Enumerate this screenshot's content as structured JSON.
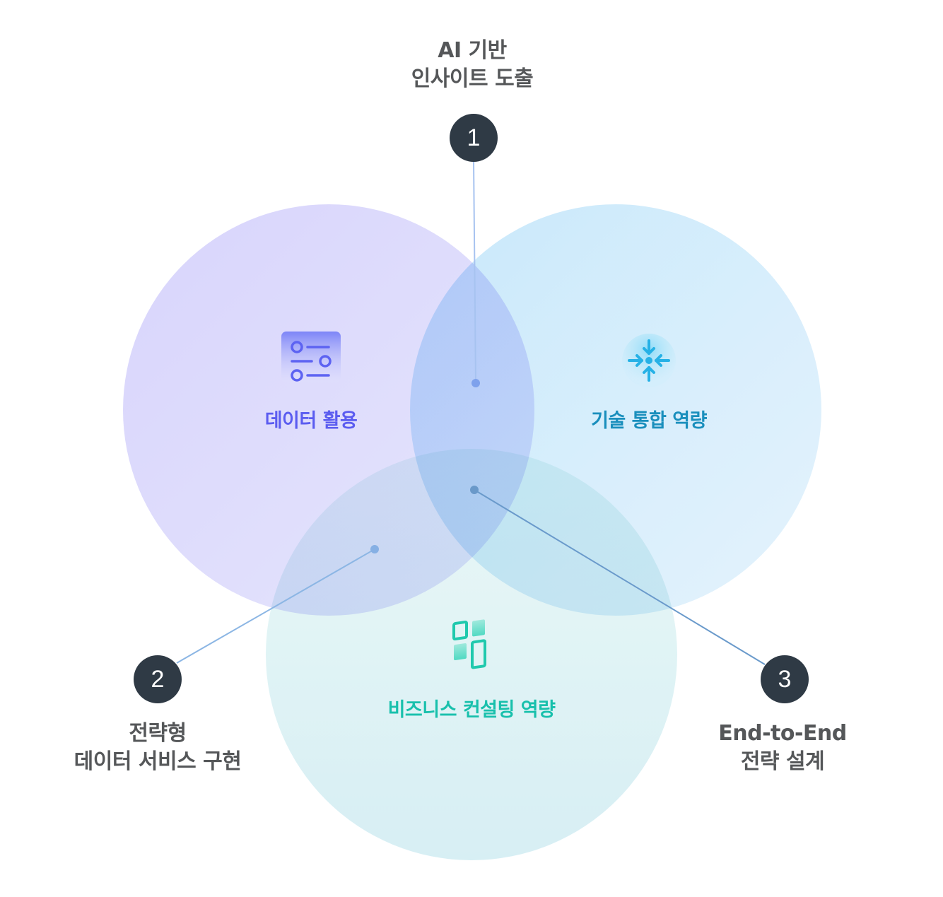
{
  "diagram": {
    "type": "venn",
    "sets": [
      {
        "id": "data",
        "title": "데이터 활용",
        "icon": "sliders-icon",
        "color": "#5b5cf0",
        "fill": "#d9d6fc"
      },
      {
        "id": "tech",
        "title": "기술 통합 역량",
        "icon": "converge-arrows-icon",
        "color": "#1a8fbd",
        "fill": "#c6e8fb"
      },
      {
        "id": "biz",
        "title": "비즈니스 컨설팅 역량",
        "icon": "layout-panels-icon",
        "color": "#18c0ac",
        "fill": "#daf2f3"
      }
    ],
    "callouts": [
      {
        "number": "1",
        "lines": [
          "AI 기반",
          "인사이트 도출"
        ],
        "intersection": [
          "data",
          "tech"
        ]
      },
      {
        "number": "2",
        "lines": [
          "전략형",
          "데이터 서비스 구현"
        ],
        "intersection": [
          "data",
          "biz"
        ]
      },
      {
        "number": "3",
        "lines": [
          "End-to-End",
          "전략 설계"
        ],
        "intersection": [
          "data",
          "tech",
          "biz"
        ]
      }
    ],
    "colors": {
      "badge": "#2f3a45",
      "label_text": "#555759",
      "connector": "#8fb4e6",
      "connector_dark": "#6a9acb"
    }
  }
}
